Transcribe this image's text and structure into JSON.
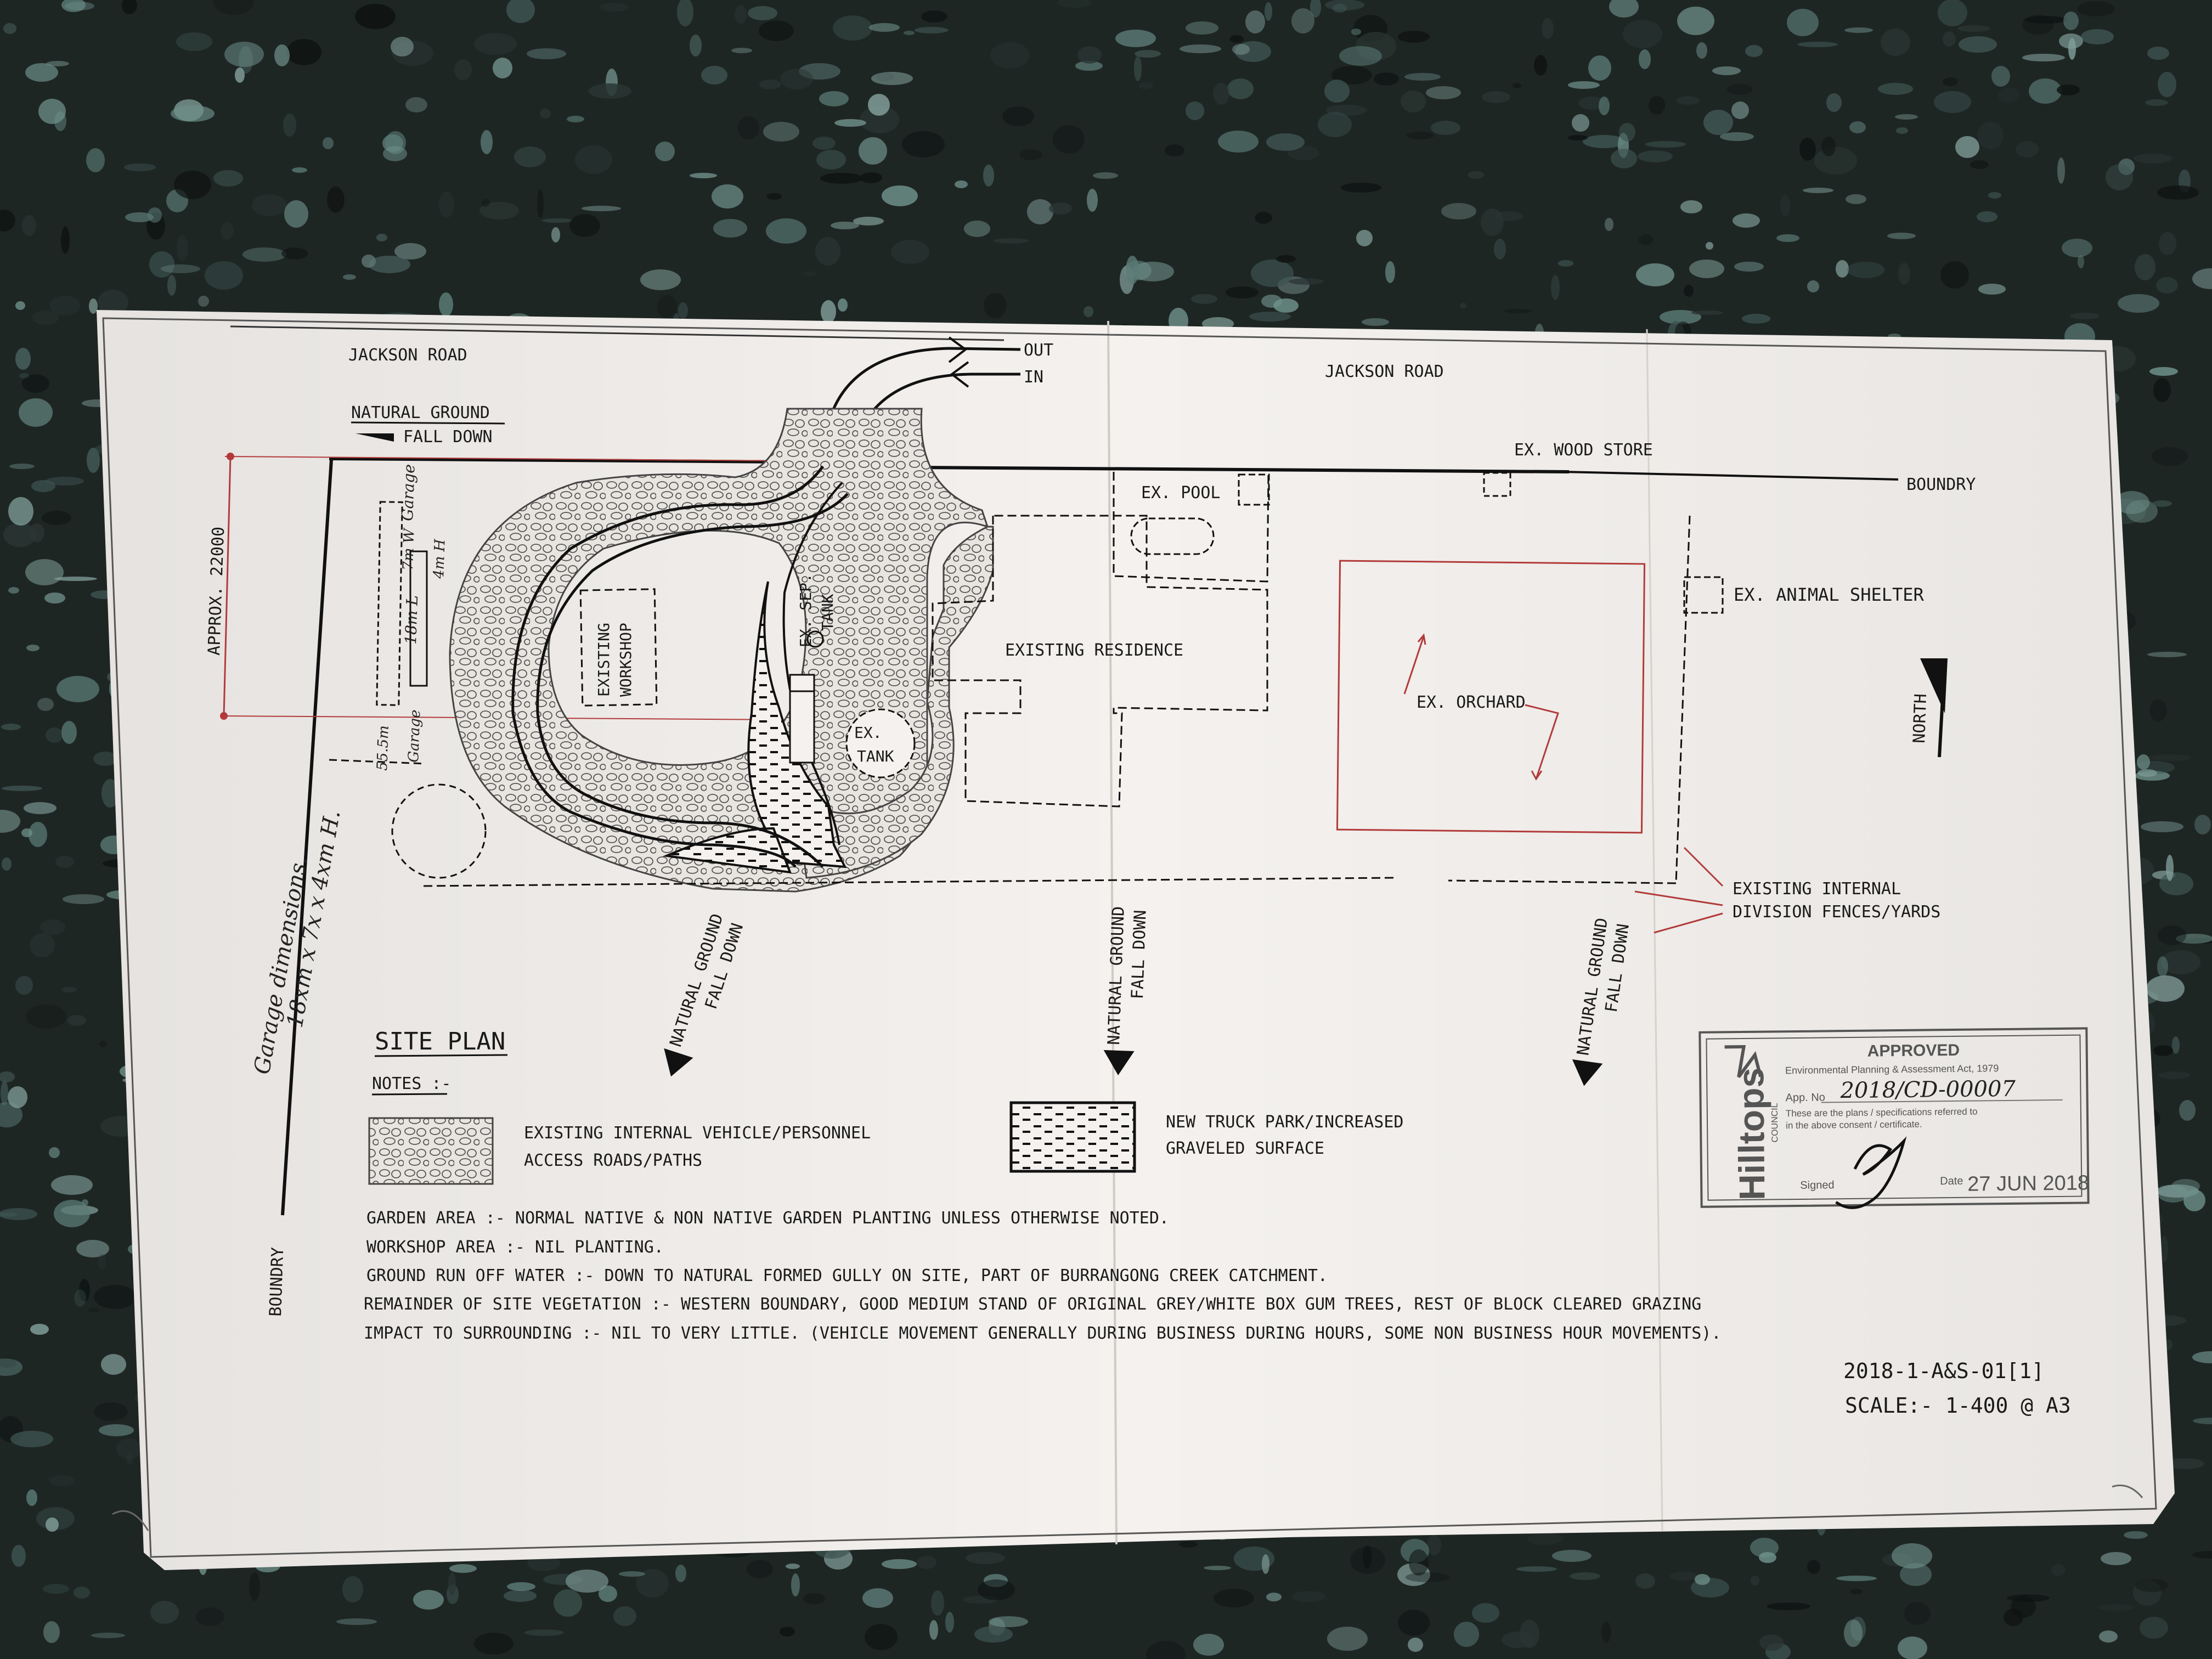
{
  "road_top_left": "JACKSON ROAD",
  "road_top_right": "JACKSON ROAD",
  "entry": {
    "out": "OUT",
    "in": "IN"
  },
  "fall_labels": {
    "top": [
      "NATURAL GROUND",
      "FALL DOWN"
    ],
    "bottom_1": [
      "NATURAL GROUND",
      "FALL DOWN"
    ],
    "bottom_2": [
      "NATURAL GROUND",
      "FALL DOWN"
    ],
    "bottom_3": [
      "NATURAL GROUND",
      "FALL DOWN"
    ]
  },
  "dimension": "APPROX. 22000",
  "boundary_top": "BOUNDRY",
  "boundary_left": "BOUNDRY",
  "north": "NORTH",
  "features": {
    "wood_store": "EX. WOOD STORE",
    "pool": "EX. POOL",
    "animal_shelter": "EX. ANIMAL SHELTER",
    "workshop": [
      "EXISTING",
      "WORKSHOP"
    ],
    "sep_tank": [
      "EX. SEP.",
      "TANK"
    ],
    "tank": [
      "EX.",
      "TANK"
    ],
    "residence": "EXISTING RESIDENCE",
    "orchard": "EX. ORCHARD",
    "fences": [
      "EXISTING INTERNAL",
      "DIVISION FENCES/YARDS"
    ]
  },
  "handwriting": {
    "garage_dimensions": [
      "Garage dimensions.",
      "18xm x 7x x 4xm H."
    ],
    "garage_label": "Garage",
    "garage_size": [
      "18m L",
      "7m W",
      "4m H"
    ],
    "setback": "55.5m"
  },
  "title": "SITE PLAN",
  "notes_heading": "NOTES :-",
  "legend": {
    "existing_roads": [
      "EXISTING INTERNAL VEHICLE/PERSONNEL",
      "ACCESS ROADS/PATHS"
    ],
    "new_truck_park": [
      "NEW TRUCK PARK/INCREASED",
      "GRAVELED SURFACE"
    ]
  },
  "notes": [
    "GARDEN AREA :- NORMAL NATIVE & NON NATIVE GARDEN PLANTING UNLESS OTHERWISE NOTED.",
    "WORKSHOP AREA :- NIL PLANTING.",
    "GROUND RUN OFF WATER :- DOWN TO NATURAL FORMED GULLY ON SITE, PART OF BURRANGONG CREEK CATCHMENT.",
    "REMAINDER OF SITE VEGETATION :- WESTERN BOUNDARY, GOOD MEDIUM STAND OF ORIGINAL GREY/WHITE BOX GUM TREES, REST OF BLOCK CLEARED GRAZING",
    "IMPACT TO SURROUNDING :- NIL TO VERY LITTLE. (VEHICLE MOVEMENT GENERALLY DURING BUSINESS DURING HOURS,  SOME NON BUSINESS HOUR MOVEMENTS)."
  ],
  "drawing_number": "2018-1-A&S-01[1]",
  "scale": "SCALE:- 1-400 @ A3",
  "stamp": {
    "org": "Hilltops",
    "org_sub": "COUNCIL",
    "approved": "APPROVED",
    "act": "Environmental Planning & Assessment Act, 1979",
    "app_no_label": "App. No",
    "app_no": "2018/CD-00007",
    "text_1": "These are the plans / specifications referred to",
    "text_2": "in the above consent / certificate.",
    "signed": "Signed",
    "date_label": "Date",
    "date": "27 JUN 2018"
  },
  "colors": {
    "paper": "#f4f1ee",
    "ink": "#1a1a1a",
    "red": "#b23a3a",
    "granite": "#1e2624"
  }
}
